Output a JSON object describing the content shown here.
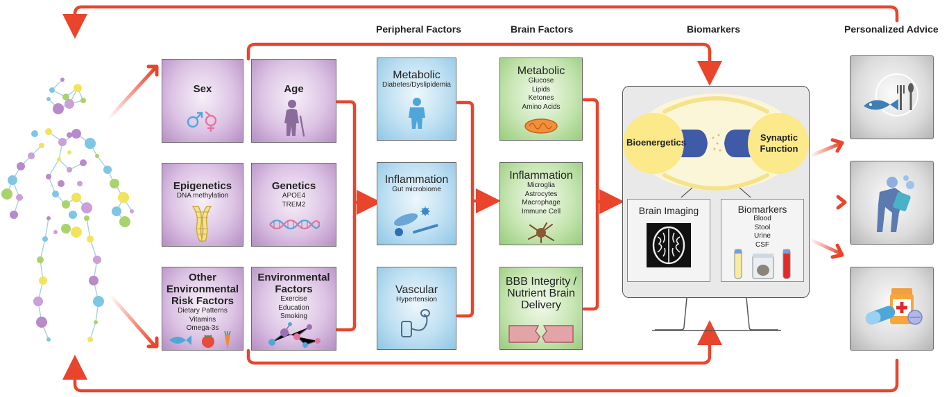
{
  "headers": {
    "peripheral": "Peripheral Factors",
    "brain": "Brain Factors",
    "biomarkers": "Biomarkers",
    "advice": "Personalized Advice"
  },
  "risk_factors": {
    "sex": {
      "title": "Sex"
    },
    "age": {
      "title": "Age"
    },
    "epigenetics": {
      "title": "Epigenetics",
      "sub": "DNA methylation"
    },
    "genetics": {
      "title": "Genetics",
      "sub": [
        "APOE4",
        "TREM2"
      ]
    },
    "other_env": {
      "title": [
        "Other",
        "Environmental",
        "Risk Factors"
      ],
      "sub": [
        "Dietary Patterns",
        "Vitamins",
        "Omega-3s"
      ]
    },
    "env": {
      "title": [
        "Environmental",
        "Factors"
      ],
      "sub": [
        "Exercise",
        "Education",
        "Smoking"
      ]
    }
  },
  "peripheral": {
    "metabolic": {
      "title": "Metabolic",
      "sub": "Diabetes/Dyslipidemia"
    },
    "inflammation": {
      "title": "Inflammation",
      "sub": "Gut microbiome"
    },
    "vascular": {
      "title": "Vascular",
      "sub": "Hypertension"
    }
  },
  "brain": {
    "metabolic": {
      "title": "Metabolic",
      "sub": [
        "Glucose",
        "Lipids",
        "Ketones",
        "Amino Acids"
      ]
    },
    "inflammation": {
      "title": "Inflammation",
      "sub": [
        "Microglia",
        "Astrocytes",
        "Macrophage",
        "Immune Cell"
      ]
    },
    "bbb": {
      "title": [
        "BBB Integrity /",
        "Nutrient Brain",
        "Delivery"
      ]
    }
  },
  "monitor": {
    "bioenergetics": "Bioenergetics",
    "synaptic": [
      "Synaptic",
      "Function"
    ],
    "brain_imaging": "Brain Imaging",
    "biomarkers": {
      "title": "Biomarkers",
      "sub": [
        "Blood",
        "Stool",
        "Urine",
        "CSF"
      ]
    }
  },
  "colors": {
    "arrow": "#e8452c",
    "purple": "#c7a4d3",
    "blue": "#a9d4ee",
    "green": "#addb93",
    "grey": "#cfcfcf"
  },
  "icons": [
    "molecule-human-figure-icon",
    "sex-symbols-icon",
    "elderly-person-icon",
    "chromosome-icon",
    "dna-helix-icon",
    "food-icons",
    "network-icon",
    "child-icon",
    "microbiome-icon",
    "blood-pressure-cuff-icon",
    "mitochondria-icon",
    "microglia-cell-icon",
    "vessel-icon",
    "synapse-icon",
    "brain-scan-icon",
    "sample-tubes-icon",
    "fish-plate-icon",
    "exercise-person-icon",
    "medication-icon"
  ]
}
